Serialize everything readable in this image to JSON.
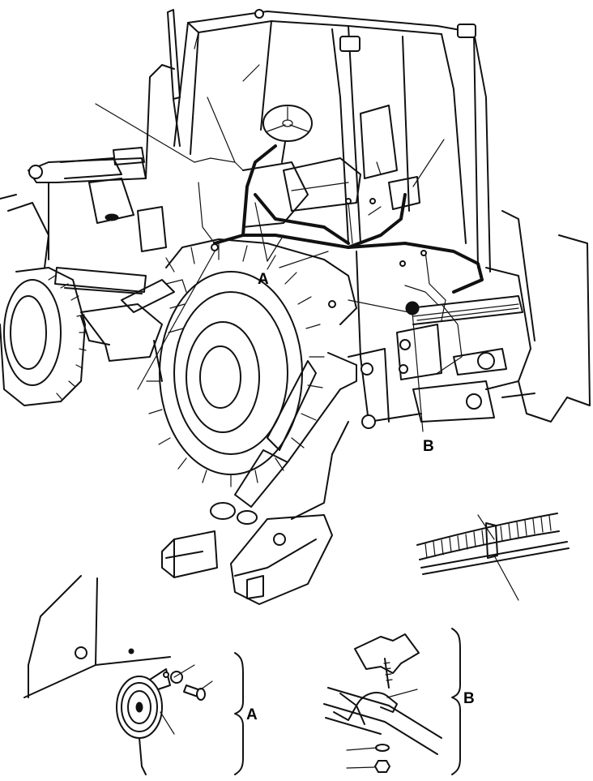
{
  "callouts": {
    "main_a": "A",
    "main_b": "B",
    "detail_a": "A",
    "detail_b": "B"
  },
  "colors": {
    "ink": "#111111",
    "paper": "#ffffff"
  }
}
